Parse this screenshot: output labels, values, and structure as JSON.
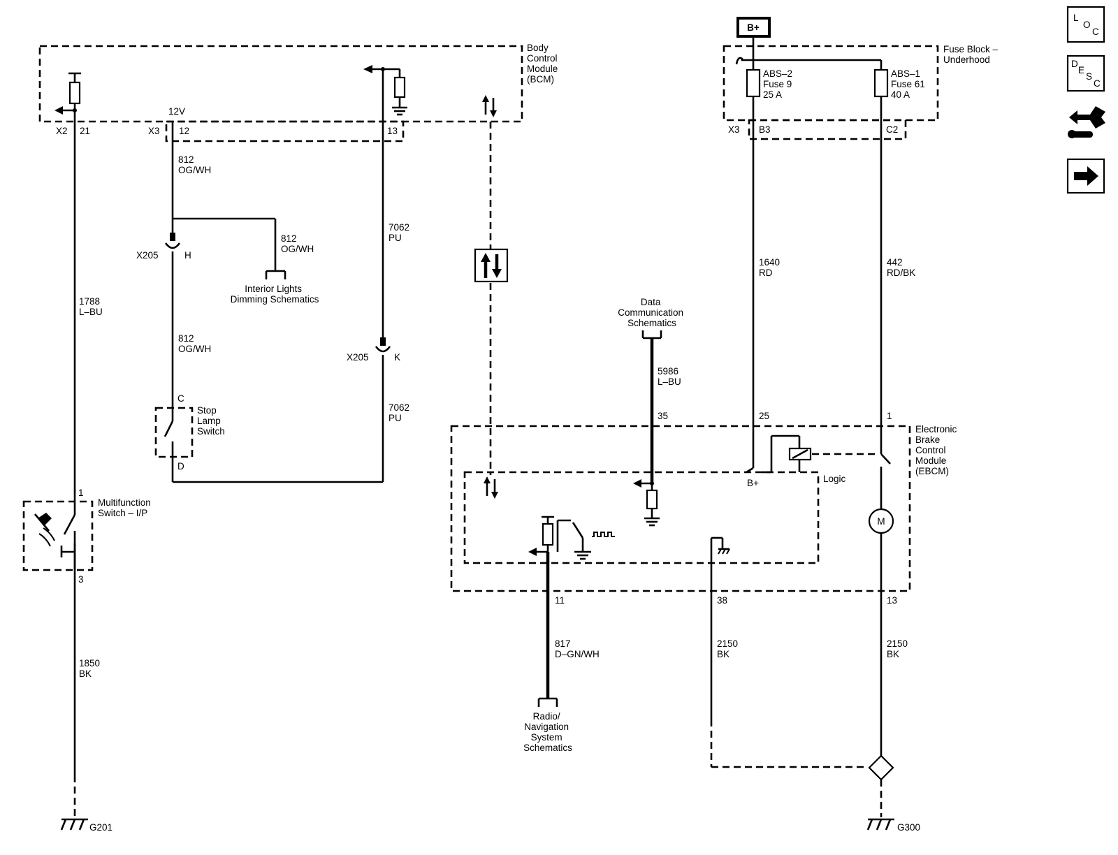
{
  "modules": {
    "bcm": [
      "Body",
      "Control",
      "Module",
      "(BCM)"
    ],
    "fuse_block": [
      "Fuse Block –",
      "Underhood"
    ],
    "ebcm": [
      "Electronic",
      "Brake",
      "Control",
      "Module",
      "(EBCM)"
    ],
    "stop_lamp_switch": [
      "Stop",
      "Lamp",
      "Switch"
    ],
    "multifunction_switch": [
      "Multifunction",
      "Switch – I/P"
    ]
  },
  "power": {
    "b_plus": "B+",
    "b_plus_internal": "B+",
    "logic": "Logic",
    "voltage_12v": "12V"
  },
  "fuses": [
    {
      "lines": [
        "ABS–2",
        "Fuse 9",
        "25 A"
      ]
    },
    {
      "lines": [
        "ABS–1",
        "Fuse 61",
        "40 A"
      ]
    }
  ],
  "connectors": {
    "x2": "X2",
    "x3_bcm": "X3",
    "x3_fuse": "X3",
    "x205_h": "X205",
    "x205_k": "X205",
    "fuse_b3": "B3",
    "fuse_c2": "C2",
    "bcm_21": "21",
    "bcm_12": "12",
    "bcm_13": "13",
    "h": "H",
    "k": "K",
    "c": "C",
    "d": "D",
    "mf_1": "1",
    "mf_3": "3",
    "ebcm_35": "35",
    "ebcm_25": "25",
    "ebcm_1": "1",
    "ebcm_11": "11",
    "ebcm_38": "38",
    "ebcm_13": "13"
  },
  "wires": {
    "w812_top": [
      "812",
      "OG/WH"
    ],
    "w812_branch": [
      "812",
      "OG/WH"
    ],
    "w812_mid": [
      "812",
      "OG/WH"
    ],
    "w7062_top": [
      "7062",
      "PU"
    ],
    "w7062_bot": [
      "7062",
      "PU"
    ],
    "w1788": [
      "1788",
      "L–BU"
    ],
    "w1850": [
      "1850",
      "BK"
    ],
    "w1640": [
      "1640",
      "RD"
    ],
    "w442": [
      "442",
      "RD/BK"
    ],
    "w5986": [
      "5986",
      "L–BU"
    ],
    "w817": [
      "817",
      "D–GN/WH"
    ],
    "w2150_a": [
      "2150",
      "BK"
    ],
    "w2150_b": [
      "2150",
      "BK"
    ]
  },
  "references": {
    "interior_lights": [
      "Interior Lights",
      "Dimming Schematics"
    ],
    "data_comm": [
      "Data",
      "Communication",
      "Schematics"
    ],
    "radio_nav": [
      "Radio/",
      "Navigation",
      "System",
      "Schematics"
    ]
  },
  "grounds": {
    "g201": "G201",
    "g300": "G300"
  },
  "motor": "M",
  "side_nav": {
    "loc": [
      "L",
      "O",
      "C"
    ],
    "desc": [
      "D",
      "E",
      "S",
      "C"
    ]
  }
}
